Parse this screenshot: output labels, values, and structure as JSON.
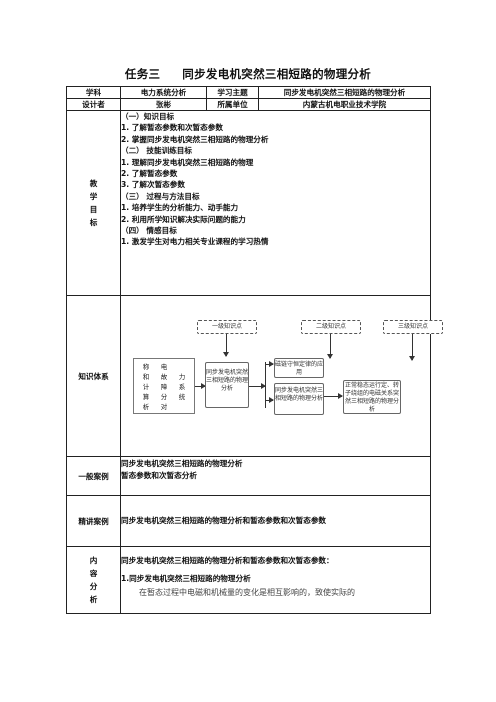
{
  "title": {
    "task": "任务三",
    "name": "同步发电机突然三相短路的物理分析"
  },
  "header": {
    "row1": [
      "学科",
      "电力系统分析",
      "学习主题",
      "同步发电机突然三相短路的物理分析"
    ],
    "row2": [
      "设计者",
      "张彬",
      "所属单位",
      "内蒙古机电职业技术学院"
    ]
  },
  "objectives": {
    "label_chars": [
      "教",
      "学",
      "目",
      "标"
    ],
    "lines": [
      "（一）知识目标",
      "1. 了解暂态参数和次暂态参数",
      "2. 掌握同步发电机突然三相短路的物理分析",
      "（二）   技能训练目标",
      "1. 理解同步发电机突然三相短路的物理",
      "2. 了解暂态参数",
      "3. 了解次暂态参数",
      "（三）   过程与方法目标",
      "1. 培养学生的分析能力、动手能力",
      "2. 利用所学知识解决实际问题的能力",
      "（四）  情感目标",
      "1. 激发学生对电力相关专业课程的学习热情"
    ]
  },
  "knowledge": {
    "label": "知识体系",
    "level1": "一级知识点",
    "level2": "二级知识点",
    "level3": "三级知识点",
    "grid_chars": [
      "称",
      "电",
      "",
      "和",
      "故",
      "力",
      "计",
      "障",
      "系",
      "算",
      "分",
      "统",
      "析",
      "对",
      ""
    ],
    "node1": "同步发电机突然三相短路的物理分析",
    "node2a": "磁链守恒定律的应用",
    "node2b": "同步发电机突然三相短路的物理分析",
    "node3": "正常稳态运行定、转子绕组的电磁关系突然三相短路的物理分析"
  },
  "cases": {
    "general_label": "一般案例",
    "general_lines": [
      "同步发电机突然三相短路的物理分析",
      "暂态参数和次暂态分析"
    ],
    "focus_label": "精讲案例",
    "focus_text": "同步发电机突然三相短路的物理分析和暂态参数和次暂态参数"
  },
  "content": {
    "label_chars": [
      "内",
      "容",
      "分",
      "析"
    ],
    "line1": "同步发电机突然三相短路的物理分析和暂态参数和次暂态参数：",
    "line2": "1.同步发电机突然三相短路的物理分析",
    "line3": "在暂态过程中电磁和机械量的变化是相互影响的，致使实际的"
  }
}
